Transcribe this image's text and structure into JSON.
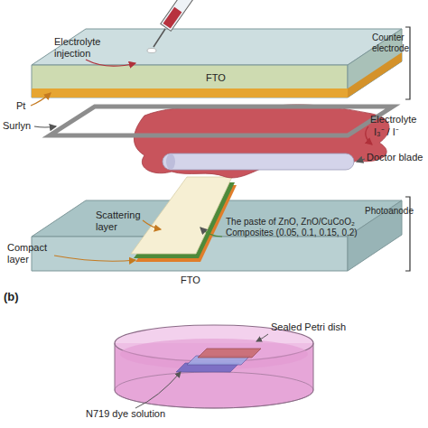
{
  "diagram": {
    "labels": [
      "Electrolyte injection",
      "Counter electrode",
      "FTO",
      "Pt",
      "Surlyn",
      "Electrolyte",
      "I₃⁻ / I⁻",
      "Doctor blade",
      "Photoanode",
      "Scattering layer",
      "Compact layer",
      "The paste of ZnO, ZnO/CuCoO₂ Composites (0.05, 0.1, 0.15, 0.2)",
      "FTO",
      "(b)",
      "Sealed Petri dish",
      "N719 dye solution"
    ]
  }
}
